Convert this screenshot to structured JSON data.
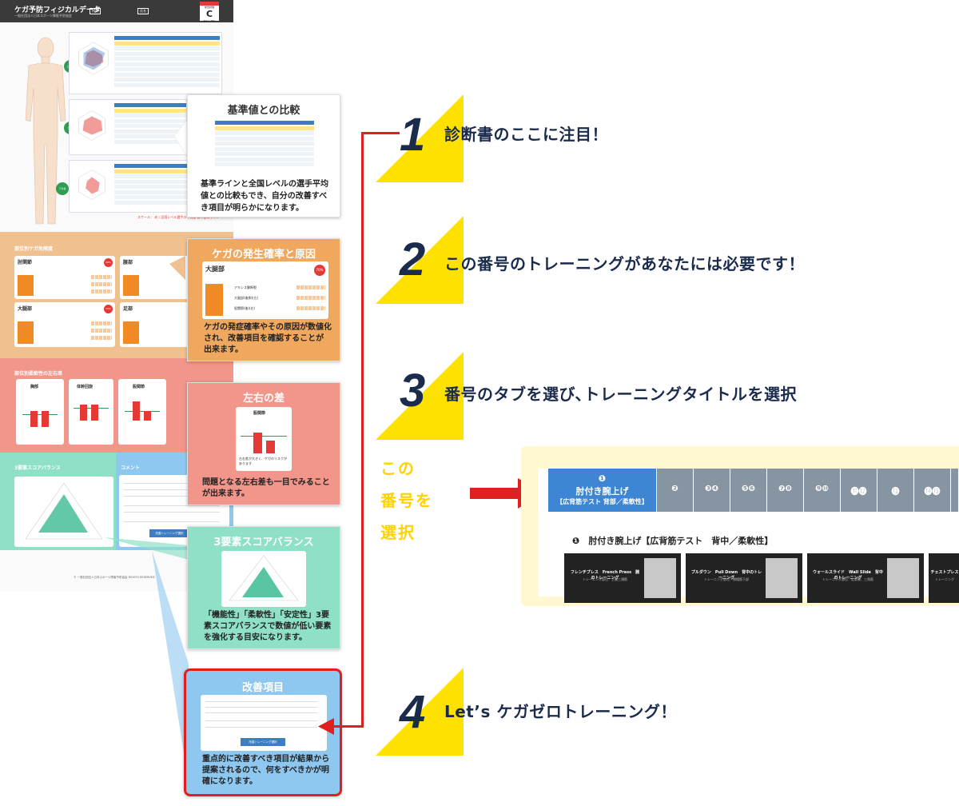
{
  "document": {
    "title": "ケガ予防フィジカルデータ",
    "subtitle": "一般社団法人日本スポーツ障害予防協会",
    "tag1": "所属",
    "tag2": "氏名",
    "grade_label": "総合評価",
    "grade": "C",
    "grade_sub": "BALL YES",
    "badges": [
      "上半身",
      "体幹",
      "下半身"
    ],
    "scale_note": "スケール： 赤＝全国レベル選手の平均値 青＝基準ライン",
    "sections": {
      "risk": "部位別ケガ危険度",
      "flex": "部位別柔軟性の左右差",
      "score": "3要素スコアバランス",
      "comment": "コメント"
    },
    "risk_cards": [
      {
        "title": "肘関節",
        "pct": "40%"
      },
      {
        "title": "腰部",
        "pct": ""
      },
      {
        "title": "大腿部",
        "pct": "70%"
      },
      {
        "title": "足部",
        "pct": ""
      }
    ],
    "flex_cards": [
      "胸部",
      "体幹回旋",
      "股関節"
    ],
    "button": "改善トレーニング選択",
    "copyright": "© 一般社団法人日本スポーツ障害予防協会 RIGHTS RESERVED"
  },
  "callouts": {
    "compare": {
      "title": "基準値との比較",
      "desc": "基準ラインと全国レベルの選手平均値との比較もでき、自分の改善すべき項目が明らかになります。"
    },
    "risk": {
      "title": "ケガの発生確率と原因",
      "card_title": "大腿部",
      "pct": "70%",
      "rows": [
        "アキレス腱断裂",
        "大腿部(後側)(左)",
        "股関節(後)(右)"
      ],
      "desc": "ケガの発症確率やその原因が数値化され、改善項目を確認することが出来ます。"
    },
    "lr": {
      "title": "左右の差",
      "card_title": "股関節",
      "card_note": "左右差が大きく、ケガのリスクがあります",
      "desc": "問題となる左右差も一目でみることが出来ます。"
    },
    "score": {
      "title": "3要素スコアバランス",
      "desc": "「機能性」「柔軟性」「安定性」3要素スコアバランスで数値が低い要素を強化する目安になります。"
    },
    "improve": {
      "title": "改善項目",
      "button": "改善トレーニング選択",
      "desc": "重点的に改善すべき項目が結果から提案されるので、何をすべきかが明確になります。"
    }
  },
  "steps": [
    {
      "num": "1",
      "text": "診断書のここに注目！"
    },
    {
      "num": "2",
      "text": "この番号のトレーニングがあなたには必要です！"
    },
    {
      "num": "3",
      "text": "番号のタブを選び､トレーニングタイトルを選択"
    },
    {
      "num": "4",
      "text": "Let’s ケガゼロトレーニング！"
    }
  ],
  "select_label": [
    "この",
    "番号を",
    "選択"
  ],
  "tabs": {
    "active": {
      "circle": "❶",
      "line1": "肘付き腕上げ",
      "line2": "【広背筋テスト 背部／柔軟性】"
    },
    "items": [
      "❷",
      "❸❹",
      "❺❻",
      "❼❽",
      "❾❿",
      "⓫⓬",
      "⓭",
      "⓮⓯"
    ]
  },
  "training_title": "❶　肘付き腕上げ【広背筋テスト　背中／柔軟性】",
  "videos": [
    {
      "title": "フレンチプレス　French Press　腕のトレーニング",
      "sub": "トレーニング部位：上腕三頭筋"
    },
    {
      "title": "プルダウン　Pull Down　背中のトレーニング",
      "sub": "トレーニング部位：僧帽筋下部"
    },
    {
      "title": "ウォールスライド　Wall Slide　背中のトレーニング",
      "sub": "トレーニング部位：広背筋、三角筋"
    },
    {
      "title": "チェストプレス",
      "sub": "トレーニング"
    }
  ],
  "colors": {
    "navy": "#1a2b4c",
    "yellow": "#ffe100",
    "red": "#e02020",
    "orange": "#f0a85f",
    "pink": "#f2958a",
    "mint": "#8ee0c6",
    "blue": "#8ec8f0"
  }
}
